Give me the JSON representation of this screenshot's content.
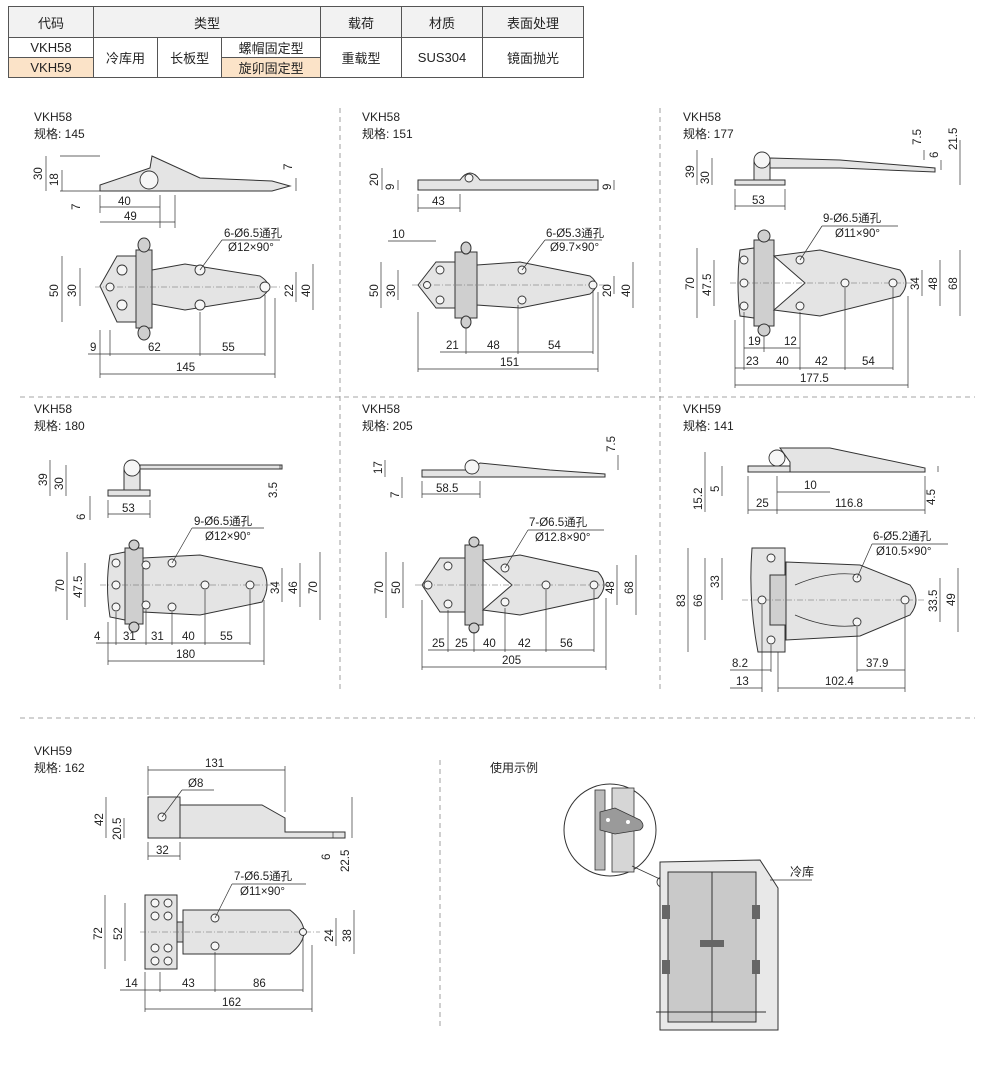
{
  "table": {
    "headers": [
      "代码",
      "类型",
      "载荷",
      "材质",
      "表面处理"
    ],
    "codes": [
      "VKH58",
      "VKH59"
    ],
    "type1": "冷库用",
    "type2": "长板型",
    "type3a": "螺帽固定型",
    "type3b": "旋卯固定型",
    "load": "重载型",
    "material": "SUS304",
    "finish": "镜面抛光",
    "highlight_color": "#fbe3c8"
  },
  "panels": [
    {
      "code": "VKH58",
      "spec": "规格: 145",
      "hole_note": "6-Ø6.5通孔",
      "hole_sub": "Ø12×90°",
      "dims": {
        "h1": "30",
        "h2": "18",
        "h3": "7",
        "t1": "7",
        "w1": "40",
        "w2": "49",
        "v1": "50",
        "v2": "30",
        "v3": "22",
        "v4": "40",
        "b1": "9",
        "b2": "62",
        "b3": "55",
        "total": "145"
      }
    },
    {
      "code": "VKH58",
      "spec": "规格: 151",
      "hole_note": "6-Ø5.3通孔",
      "hole_sub": "Ø9.7×90°",
      "dims": {
        "h1": "20",
        "h2": "9",
        "h3": "9",
        "w1": "43",
        "top": "10",
        "v1": "50",
        "v2": "30",
        "v3": "20",
        "v4": "40",
        "b1": "21",
        "b2": "48",
        "b3": "54",
        "total": "151"
      }
    },
    {
      "code": "VKH58",
      "spec": "规格: 177",
      "hole_note": "9-Ø6.5通孔",
      "hole_sub": "Ø11×90°",
      "dims": {
        "h1": "39",
        "h2": "30",
        "r1": "7.5",
        "r2": "6",
        "r3": "21.5",
        "w1": "53",
        "v1": "70",
        "v2": "47.5",
        "v3": "34",
        "v4": "48",
        "v5": "68",
        "b1": "19",
        "b2": "12",
        "b3": "23",
        "b4": "40",
        "b5": "42",
        "b6": "54",
        "total": "177.5"
      }
    },
    {
      "code": "VKH58",
      "spec": "规格: 180",
      "hole_note": "9-Ø6.5通孔",
      "hole_sub": "Ø12×90°",
      "dims": {
        "h1": "39",
        "h2": "30",
        "h3": "6",
        "r1": "3.5",
        "w1": "53",
        "v1": "70",
        "v2": "47.5",
        "v3": "34",
        "v4": "46",
        "v5": "70",
        "b1": "4",
        "b2": "31",
        "b3": "31",
        "b4": "40",
        "b5": "55",
        "total": "180"
      }
    },
    {
      "code": "VKH58",
      "spec": "规格: 205",
      "hole_note": "7-Ø6.5通孔",
      "hole_sub": "Ø12.8×90°",
      "dims": {
        "h1": "17",
        "h2": "7",
        "r1": "7.5",
        "w1": "58.5",
        "v1": "70",
        "v2": "50",
        "v3": "48",
        "v4": "68",
        "b1": "25",
        "b2": "25",
        "b3": "40",
        "b4": "42",
        "b5": "56",
        "total": "205"
      }
    },
    {
      "code": "VKH59",
      "spec": "规格: 141",
      "hole_note": "6-Ø5.2通孔",
      "hole_sub": "Ø10.5×90°",
      "dims": {
        "h1": "15.2",
        "h2": "5",
        "w1": "10",
        "w2": "25",
        "w3": "116.8",
        "r1": "4.5",
        "v1": "83",
        "v2": "66",
        "v3": "33",
        "v4": "33.5",
        "v5": "49",
        "b1": "8.2",
        "b2": "37.9",
        "b3": "13",
        "b4": "102.4"
      }
    },
    {
      "code": "VKH59",
      "spec": "规格: 162",
      "hole_note": "7-Ø6.5通孔",
      "hole_sub": "Ø11×90°",
      "dims": {
        "top": "131",
        "d1": "Ø8",
        "h1": "42",
        "h2": "20.5",
        "w1": "32",
        "r1": "6",
        "r2": "22.5",
        "v1": "72",
        "v2": "52",
        "v3": "24",
        "v4": "38",
        "b1": "14",
        "b2": "43",
        "b3": "86",
        "total": "162"
      }
    }
  ],
  "usage": {
    "title": "使用示例",
    "label": "冷库"
  }
}
